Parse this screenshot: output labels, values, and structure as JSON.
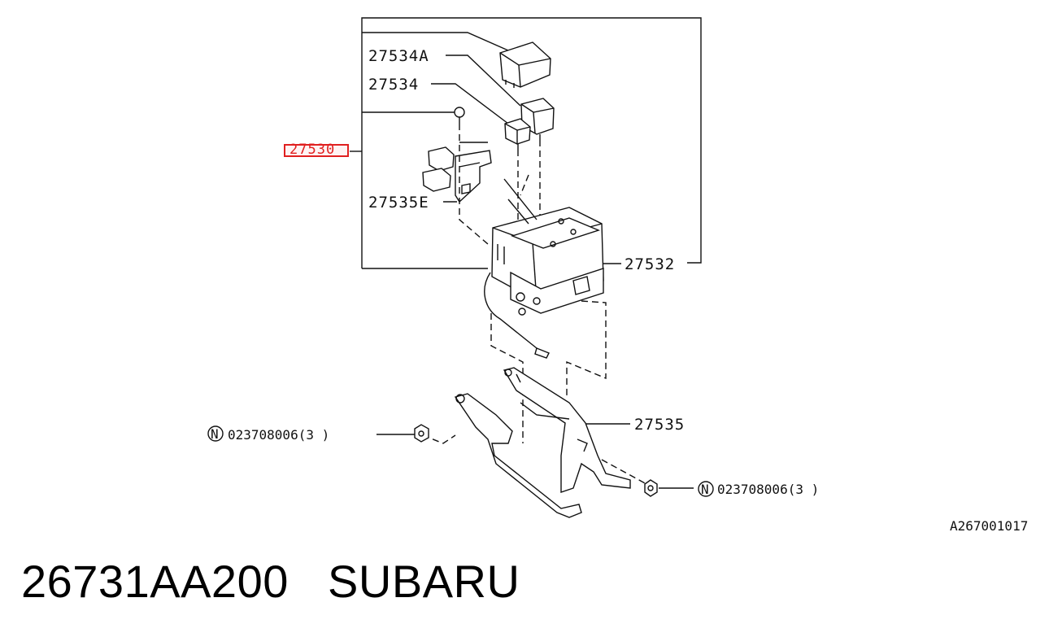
{
  "callouts": {
    "c27534a": "27534A",
    "c27534": "27534",
    "c27530": "27530",
    "c27535e": "27535E",
    "c27532": "27532",
    "c27535": "27535",
    "nut_left": "023708006(3 )",
    "nut_right": "023708006(3 )",
    "n_symbol": "N"
  },
  "drawing_code": "A267001017",
  "footer": {
    "part_number": "26731AA200",
    "brand": "SUBARU"
  },
  "colors": {
    "highlight": "#e02020",
    "line": "#111111"
  }
}
